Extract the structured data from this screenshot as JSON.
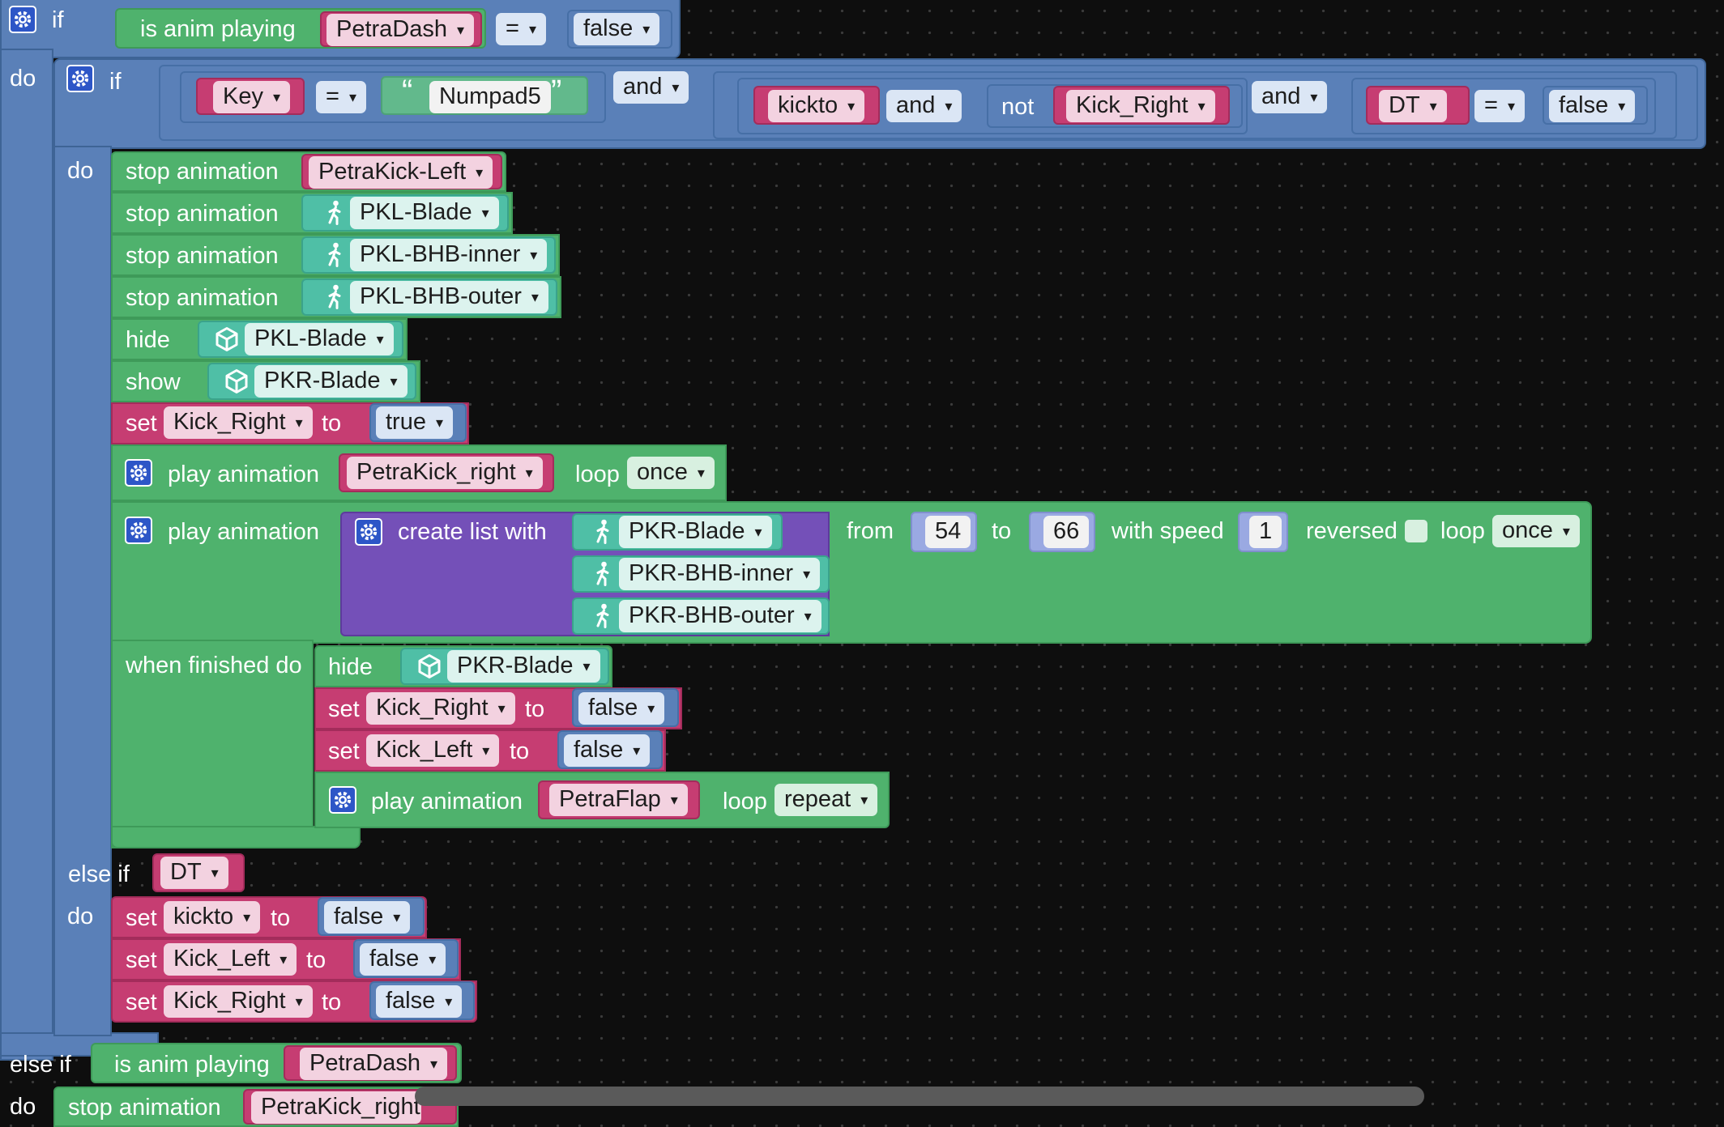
{
  "keywords": {
    "if": "if",
    "do": "do",
    "else_if": "else if",
    "and": "and",
    "not": "not",
    "equals": "=",
    "to": "to",
    "from": "from",
    "with_speed": "with speed",
    "reversed": "reversed",
    "loop": "loop",
    "when_finished": "when finished do",
    "stop_animation": "stop animation",
    "play_animation": "play animation",
    "is_anim_playing": "is anim playing",
    "hide": "hide",
    "show": "show",
    "set": "set",
    "create_list": "create list with",
    "quote_open": "“",
    "quote_close": "”"
  },
  "values": {
    "petra_dash": "PetraDash",
    "false": "false",
    "true": "true",
    "key": "Key",
    "numpad5": "Numpad5",
    "kickto": "kickto",
    "kick_right": "Kick_Right",
    "kick_left": "Kick_Left",
    "dt": "DT",
    "petra_kick_left": "PetraKick-Left",
    "pkl_blade": "PKL-Blade",
    "pkl_bhb_inner": "PKL-BHB-inner",
    "pkl_bhb_outer": "PKL-BHB-outer",
    "pkr_blade": "PKR-Blade",
    "pkr_bhb_inner": "PKR-BHB-inner",
    "pkr_bhb_outer": "PKR-BHB-outer",
    "petra_kick_right": "PetraKick_right",
    "petra_kick_right_cut": "PetraKick_right",
    "once": "once",
    "repeat": "repeat",
    "petra_flap": "PetraFlap",
    "from_frame": "54",
    "to_frame": "66",
    "speed": "1"
  },
  "colors": {
    "logic": "#5a80b8",
    "event": "#4fb26d",
    "variable": "#c63d72",
    "list": "#7450b8",
    "object": "#4fbfa6",
    "canvas": "#0e0e0e"
  },
  "icons": {
    "gear": "gear-icon",
    "walker": "walking-figure-icon",
    "cube": "cube-icon"
  }
}
